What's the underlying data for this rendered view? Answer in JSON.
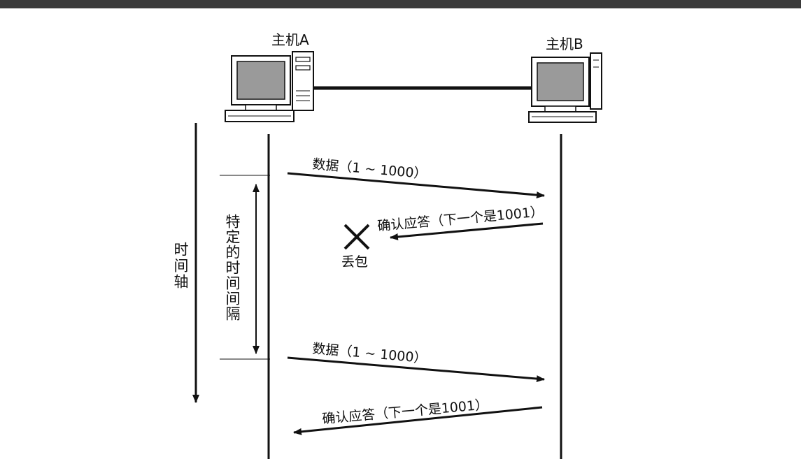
{
  "hostA": {
    "label": "主机A"
  },
  "hostB": {
    "label": "主机B"
  },
  "timeAxis": {
    "label": "时间轴"
  },
  "interval": {
    "label": "特定的时间间隔"
  },
  "messages": [
    {
      "label": "数据（1 ~ 1000）",
      "direction": "A-to-B"
    },
    {
      "label": "确认应答（下一个是1001）",
      "direction": "B-to-A",
      "lost": true
    },
    {
      "label": "数据（1 ~ 1000）",
      "direction": "A-to-B"
    },
    {
      "label": "确认应答（下一个是1001）",
      "direction": "B-to-A"
    }
  ],
  "loss": {
    "label": "丢包",
    "icon": "cross-icon"
  },
  "colors": {
    "topbar": "#3a3a3a",
    "ink": "#111111",
    "screen": "#9a9a9a"
  }
}
